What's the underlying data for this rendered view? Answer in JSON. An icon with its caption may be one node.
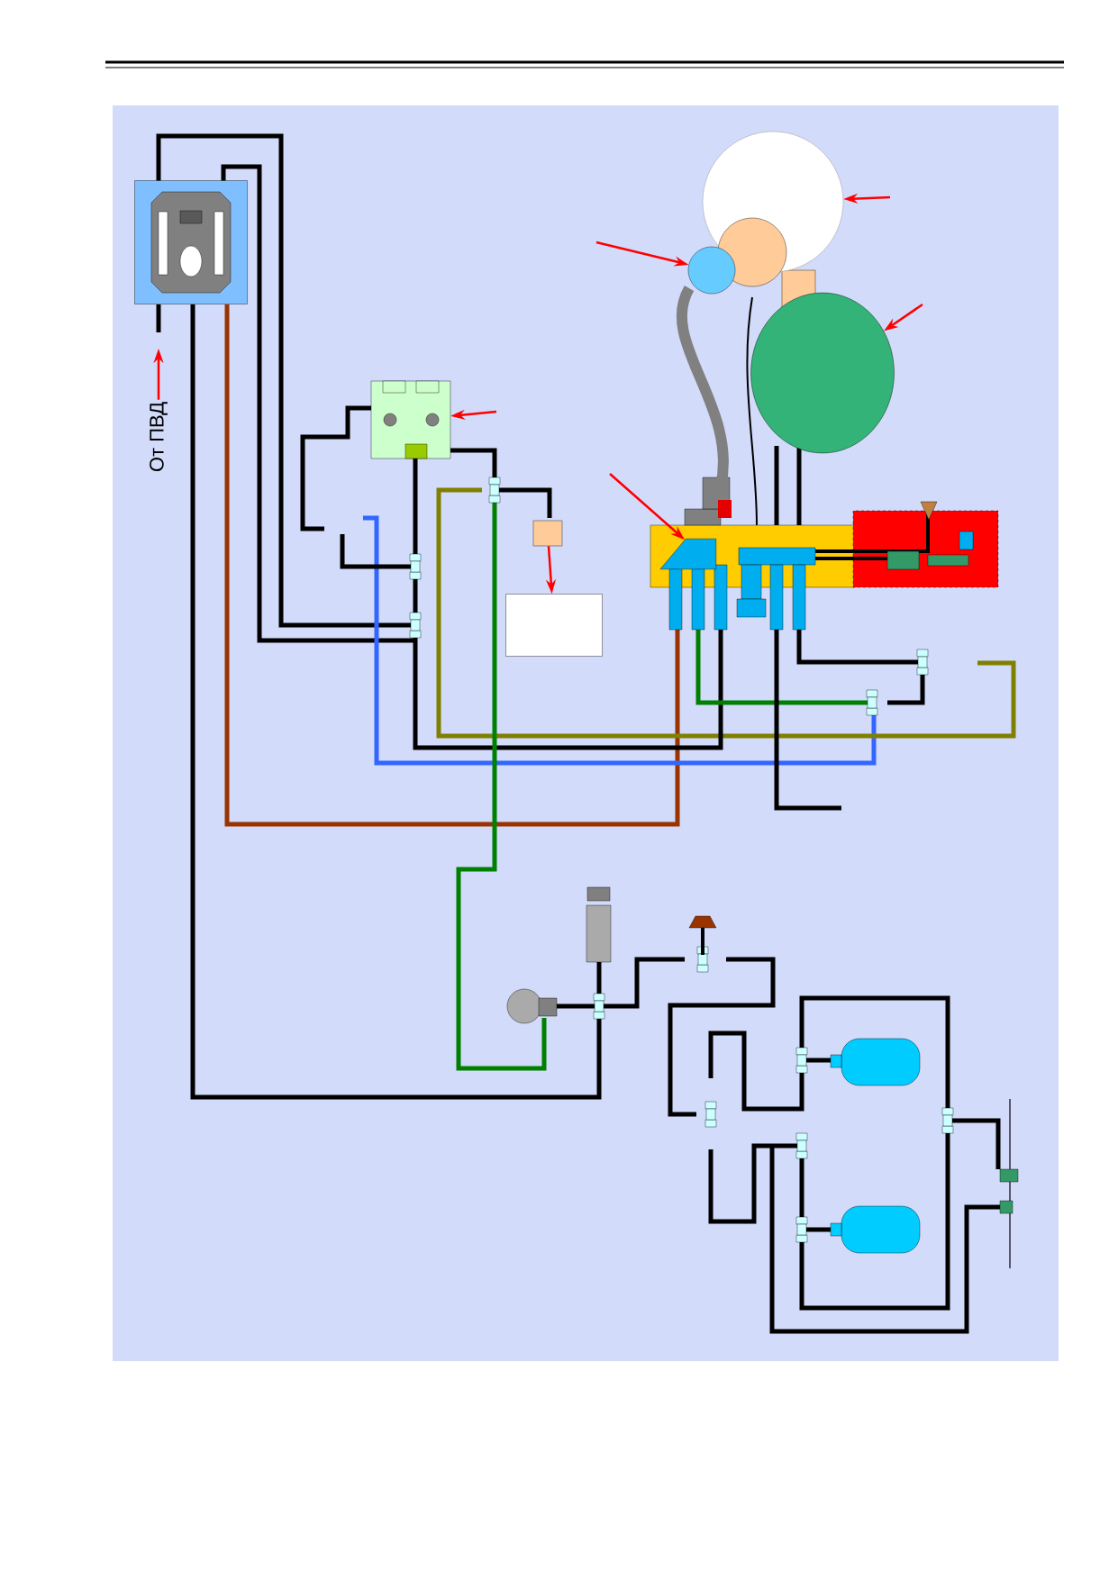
{
  "diagram": {
    "nodes": [
      {
        "text": [
          "От ПВД"
        ]
      },
      {
        "text": [],
        "shape": "box"
      },
      {
        "text": [],
        "shape": "box"
      },
      {
        "text": [],
        "shape": "box"
      },
      {
        "text": [],
        "shape": "box"
      },
      {
        "text": [],
        "shape": "circle"
      },
      {
        "text": [],
        "shape": "circle"
      },
      {
        "text": [],
        "shape": "picture"
      },
      {
        "text": [],
        "shape": "box"
      }
    ],
    "edges": [
      {
        "from": 0,
        "to": null,
        "arrow": "to"
      },
      {
        "from": null,
        "to": 5,
        "arrow": "to"
      },
      {
        "from": null,
        "to": 6,
        "arrow": "to"
      },
      {
        "from": null,
        "to": 7,
        "arrow": "to"
      },
      {
        "from": null,
        "to": 2,
        "arrow": "to"
      },
      {
        "from": null,
        "to": 8,
        "arrow": "to"
      },
      {
        "from": 3,
        "to": 4,
        "arrow": "to"
      }
    ]
  }
}
